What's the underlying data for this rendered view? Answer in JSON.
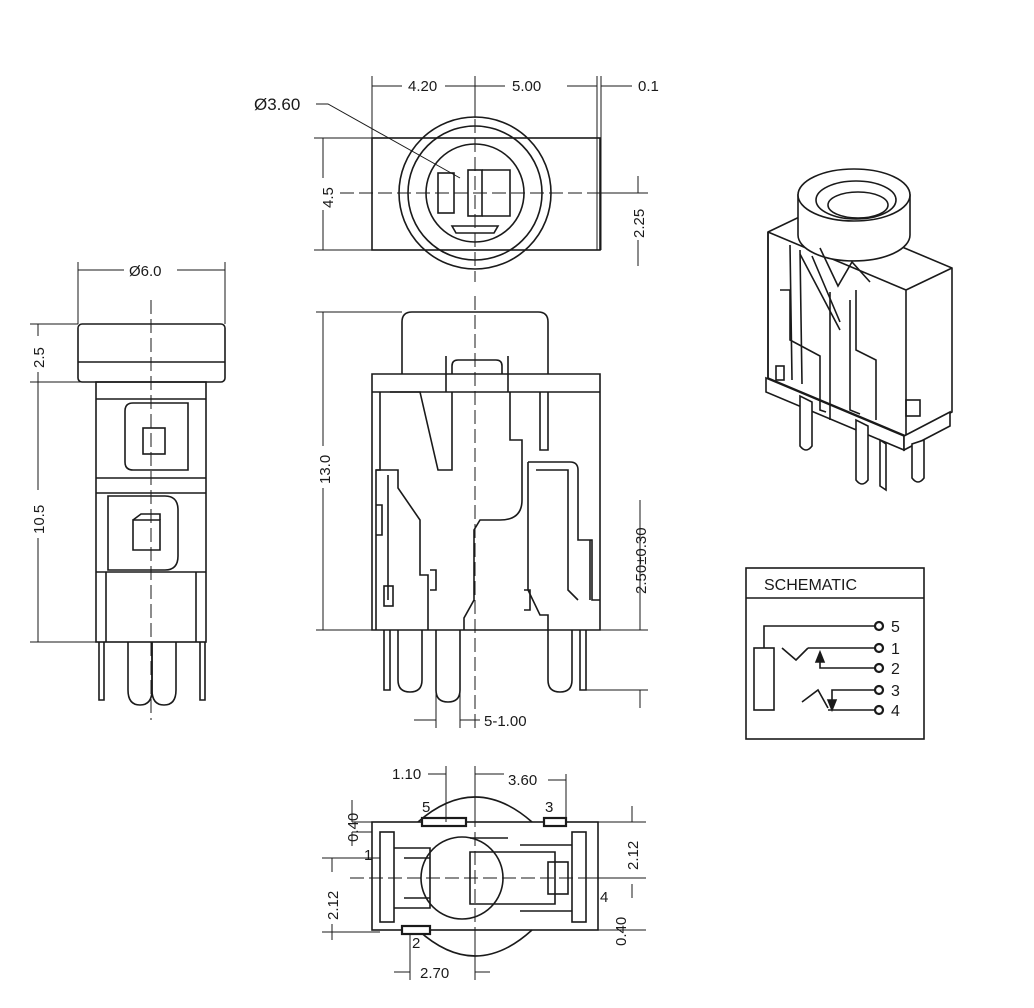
{
  "dimensions": {
    "top_left": "4.20",
    "top_mid": "5.00",
    "top_right": "0.1",
    "hole_dia": "Ø3.60",
    "height_front": "4.5",
    "offset_right": "2.25",
    "body_dia": "Ø6.0",
    "cap_height": "2.5",
    "body_height_side": "10.5",
    "total_height": "13.0",
    "pin_tol": "2.50±0.30",
    "pin_pitch": "5-1.00",
    "bot_left_w": "1.10",
    "bot_right_w": "3.60",
    "bot_left_v": "0.40",
    "bot_left_h": "2.12",
    "bot_right_v": "2.12",
    "bot_right_v2": "0.40",
    "bot_pitch": "2.70"
  },
  "pin_labels": {
    "p1": "1",
    "p2": "2",
    "p3": "3",
    "p4": "4",
    "p5": "5"
  },
  "schematic": {
    "title": "SCHEMATIC",
    "pins": [
      "5",
      "1",
      "2",
      "3",
      "4"
    ]
  }
}
